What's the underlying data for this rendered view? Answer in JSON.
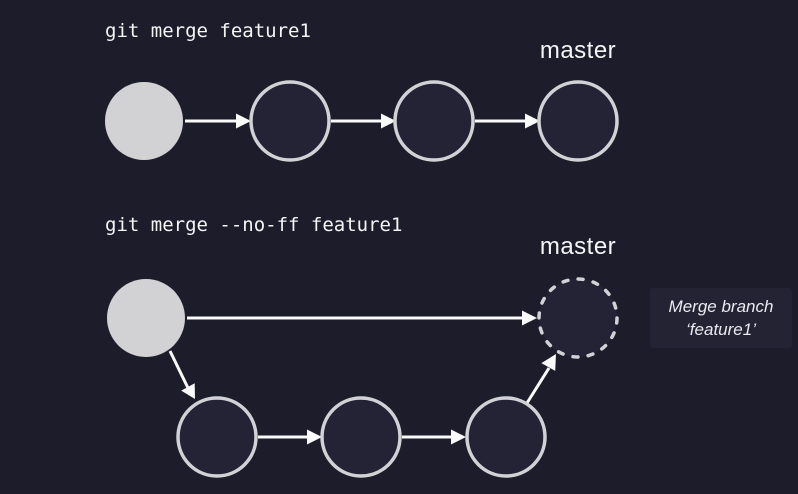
{
  "colors": {
    "background": "#1d1c2a",
    "node_fill": "#242336",
    "node_highlight": "#d2d2d5",
    "node_stroke": "#d2d2d6",
    "arrow": "#fafafa",
    "text": "#f5f5f6",
    "annotation_bg": "#232334",
    "annotation_text": "#eaeaef"
  },
  "fast_forward": {
    "command": "git merge feature1",
    "branch_label": "master"
  },
  "no_ff": {
    "command": "git merge --no-ff feature1",
    "branch_label": "master",
    "annotation": [
      "Merge branch",
      "‘feature1’"
    ]
  }
}
